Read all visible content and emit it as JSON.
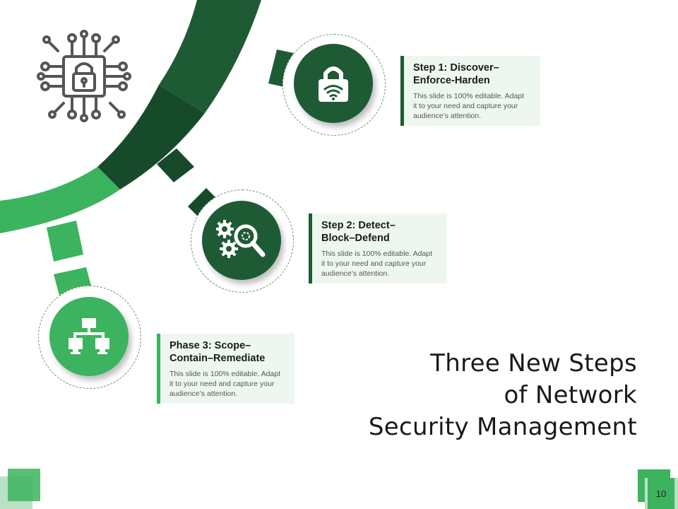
{
  "slide": {
    "title_line1": "Three New Steps",
    "title_line2": "of Network",
    "title_line3": "Security Management",
    "page_number": "10"
  },
  "colors": {
    "dark_green": "#1e5b35",
    "mid_green": "#28703f",
    "light_green": "#3cb35e",
    "card_bg": "#eef7ef"
  },
  "steps": [
    {
      "title_line1": "Step 1: Discover–",
      "title_line2": "Enforce-Harden",
      "body_line1": "This slide is 100% editable. Adapt",
      "body_line2": "it to your need and capture your",
      "body_line3": "audience’s attention.",
      "icon": "lock-wifi-icon"
    },
    {
      "title_line1": "Step 2: Detect–",
      "title_line2": "Block–Defend",
      "body_line1": "This slide is 100% editable. Adapt",
      "body_line2": "it to your need and capture your",
      "body_line3": "audience’s attention.",
      "icon": "gears-magnifier-icon"
    },
    {
      "title_line1": "Phase 3: Scope–",
      "title_line2": "Contain–Remediate",
      "body_line1": "This slide is 100% editable. Adapt",
      "body_line2": "it to your need and capture your",
      "body_line3": "audience’s attention.",
      "icon": "network-hierarchy-icon"
    }
  ],
  "decor": {
    "top_left_icon": "circuit-lock-icon"
  }
}
